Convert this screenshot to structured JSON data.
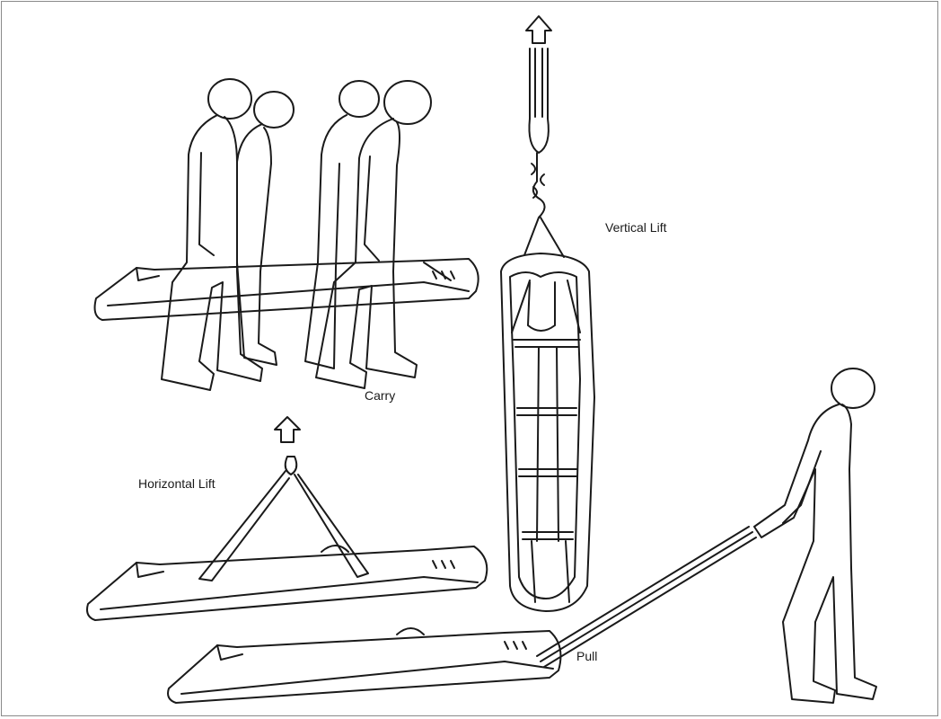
{
  "labels": {
    "vertical_lift": "Vertical Lift",
    "carry": "Carry",
    "horizontal_lift": "Horizontal Lift",
    "pull": "Pull"
  },
  "colors": {
    "line": "#1a1a1a",
    "border": "#8a8a8a",
    "background": "#ffffff"
  },
  "icons": {
    "up_arrow": "up-arrow-icon"
  }
}
